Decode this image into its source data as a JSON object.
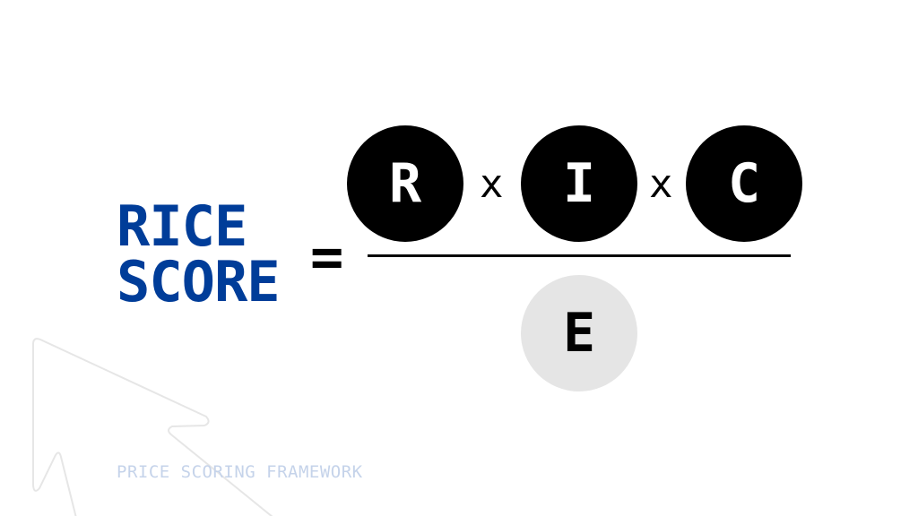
{
  "title": {
    "line1": "RICE",
    "line2": "SCORE"
  },
  "equals": "=",
  "numerator": [
    {
      "letter": "R"
    },
    {
      "operator": "x"
    },
    {
      "letter": "I"
    },
    {
      "operator": "x"
    },
    {
      "letter": "C"
    }
  ],
  "denominator": {
    "letter": "E"
  },
  "footer": "PRICE SCORING FRAMEWORK",
  "colors": {
    "brand": "#003d99",
    "circle_dark": "#000000",
    "circle_light": "#e5e5e5",
    "footer": "#c5d3ea"
  }
}
